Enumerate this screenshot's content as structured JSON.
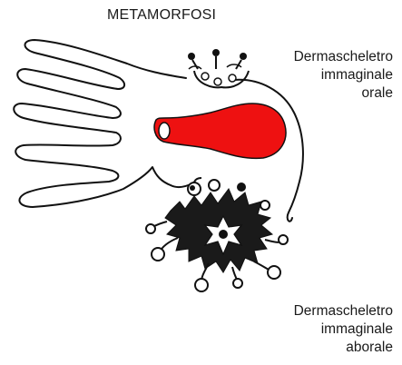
{
  "title": "METAMORFOSI",
  "labels": {
    "oral": {
      "lines": [
        "Dermascheletro",
        "immaginale",
        "orale"
      ]
    },
    "aboral": {
      "lines": [
        "Dermascheletro",
        "immaginale",
        "aborale"
      ]
    }
  },
  "colors": {
    "stomach": "#ee1111",
    "ink": "#111111",
    "background": "#ffffff"
  }
}
